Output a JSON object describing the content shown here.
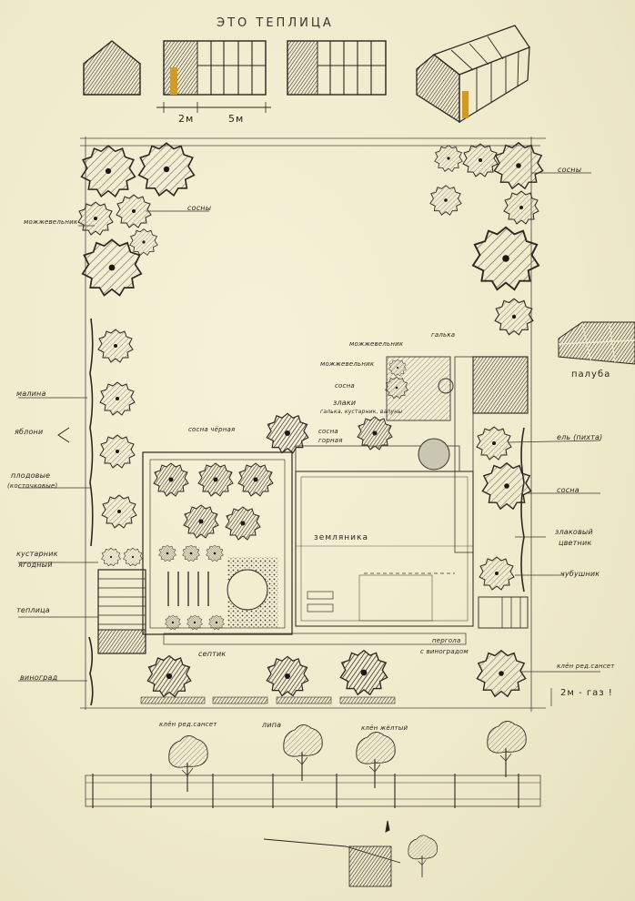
{
  "title": "ЭТО ТЕПЛИЦА",
  "dimensions": {
    "small": "2м",
    "large": "5м"
  },
  "labels": {
    "pines_tl": "сосны",
    "pines_tr": "сосны",
    "juniper_left": "можжевельник",
    "raspberry": "малина",
    "apple": "яблони",
    "fruit_1": "плодовые",
    "fruit_2": "(косточковые)",
    "shrub_1": "кустарник",
    "shrub_2": "ягодный",
    "greenhouse": "теплица",
    "grapes": "виноград",
    "septic": "септик",
    "maple_bottom": "клён ред.сансет",
    "linden": "липа",
    "maple_yellow": "клён жёлтый",
    "pergola_1": "пергола",
    "pergola_2": "с виноградом",
    "strawberry": "земляника",
    "pine_black": "сосна чёрная",
    "pine_mountain_1": "сосна",
    "pine_mountain_2": "горная",
    "grasses": "злаки",
    "pebble_borders": "галька, кустарник, валуны",
    "pine_small": "сосна",
    "juniper_1": "можжевельник",
    "juniper_2": "можжевельник",
    "pebble": "галька",
    "deck": "палуба",
    "spruce": "ель (пихта)",
    "pine_right": "сосна",
    "grass_flower_1": "злаковый",
    "grass_flower_2": "цветник",
    "mock_orange": "чубушник",
    "maple_right": "клён ред.сансет",
    "gas": "2м - газ !"
  },
  "icons": [
    "tree-icon",
    "greenhouse-icon",
    "arrow-left-icon"
  ]
}
